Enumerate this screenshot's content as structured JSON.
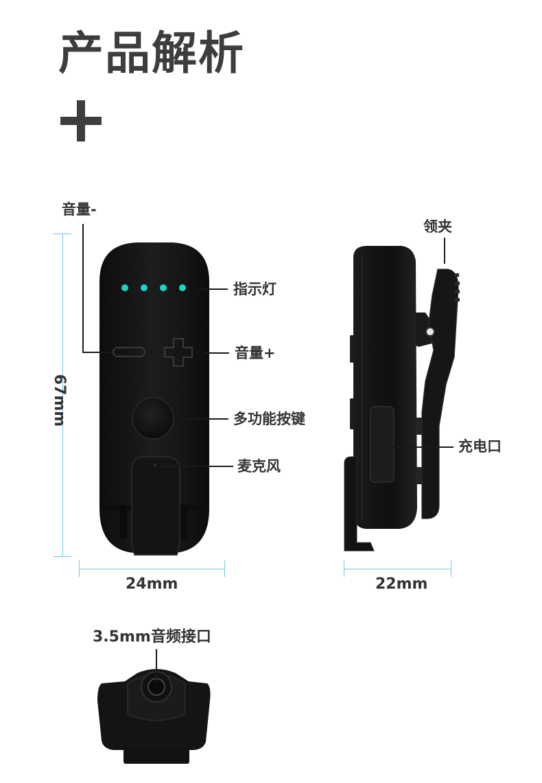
{
  "header": {
    "title": "产品解析"
  },
  "front_view": {
    "labels": {
      "volume_down": "音量-",
      "indicator": "指示灯",
      "volume_up": "音量+",
      "multi_button": "多功能按键",
      "microphone": "麦克风"
    },
    "dimension_height": "67mm",
    "dimension_width": "24mm"
  },
  "side_view": {
    "labels": {
      "collar_clip": "领夹",
      "charging_port": "充电口"
    },
    "dimension_width": "22mm"
  },
  "bottom_view": {
    "labels": {
      "audio_jack": "3.5mm音频接口"
    }
  },
  "colors": {
    "device_body": "#151515",
    "indicator_led": "#1ad7c4",
    "dimension_line": "#6dc7ee",
    "title_text": "#3d3d3d"
  }
}
